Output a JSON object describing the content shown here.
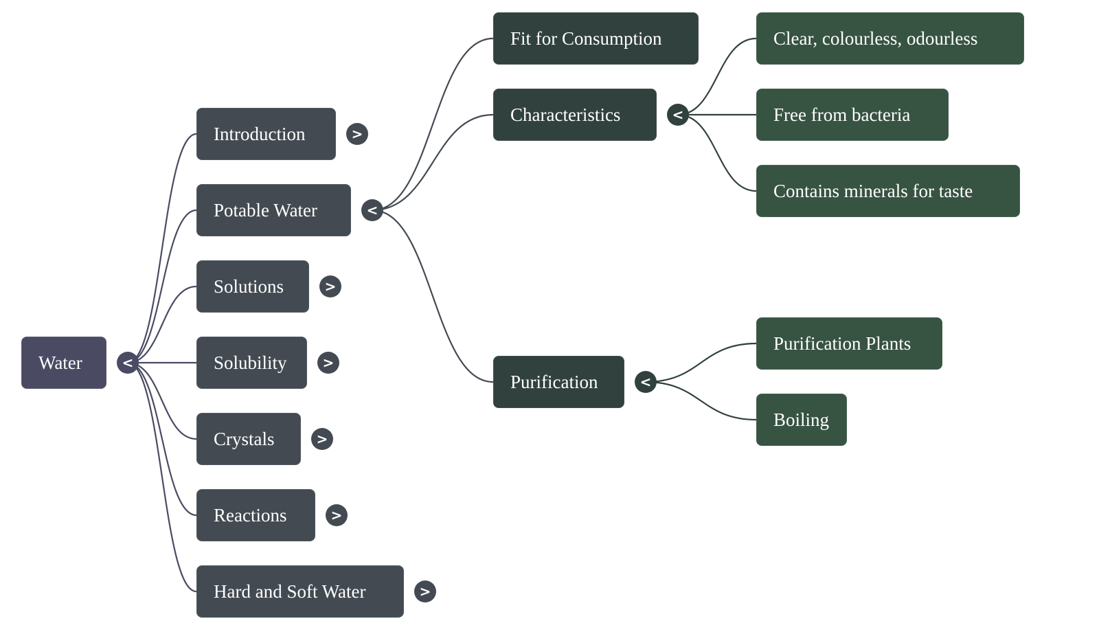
{
  "mindmap": {
    "root": {
      "label": "Water",
      "expanded": true,
      "toggle_glyph": "<",
      "children": [
        {
          "label": "Introduction",
          "expanded": false,
          "toggle_glyph": ">",
          "children": []
        },
        {
          "label": "Potable Water",
          "expanded": true,
          "toggle_glyph": "<",
          "children": [
            {
              "label": "Fit for Consumption",
              "children": []
            },
            {
              "label": "Characteristics",
              "expanded": true,
              "toggle_glyph": "<",
              "children": [
                {
                  "label": "Clear, colourless, odourless",
                  "children": []
                },
                {
                  "label": "Free from bacteria",
                  "children": []
                },
                {
                  "label": "Contains minerals for taste",
                  "children": []
                }
              ]
            },
            {
              "label": "Purification",
              "expanded": true,
              "toggle_glyph": "<",
              "children": [
                {
                  "label": "Purification Plants",
                  "children": []
                },
                {
                  "label": "Boiling",
                  "children": []
                }
              ]
            }
          ]
        },
        {
          "label": "Solutions",
          "expanded": false,
          "toggle_glyph": ">",
          "children": []
        },
        {
          "label": "Solubility",
          "expanded": false,
          "toggle_glyph": ">",
          "children": []
        },
        {
          "label": "Crystals",
          "expanded": false,
          "toggle_glyph": ">",
          "children": []
        },
        {
          "label": "Reactions",
          "expanded": false,
          "toggle_glyph": ">",
          "children": []
        },
        {
          "label": "Hard and Soft Water",
          "expanded": false,
          "toggle_glyph": ">",
          "children": []
        }
      ]
    },
    "level_colors": [
      "#4a4b63",
      "#434a52",
      "#30413e",
      "#375342"
    ],
    "link_colors": [
      "#4a4b63",
      "#434a52",
      "#30413e"
    ]
  }
}
